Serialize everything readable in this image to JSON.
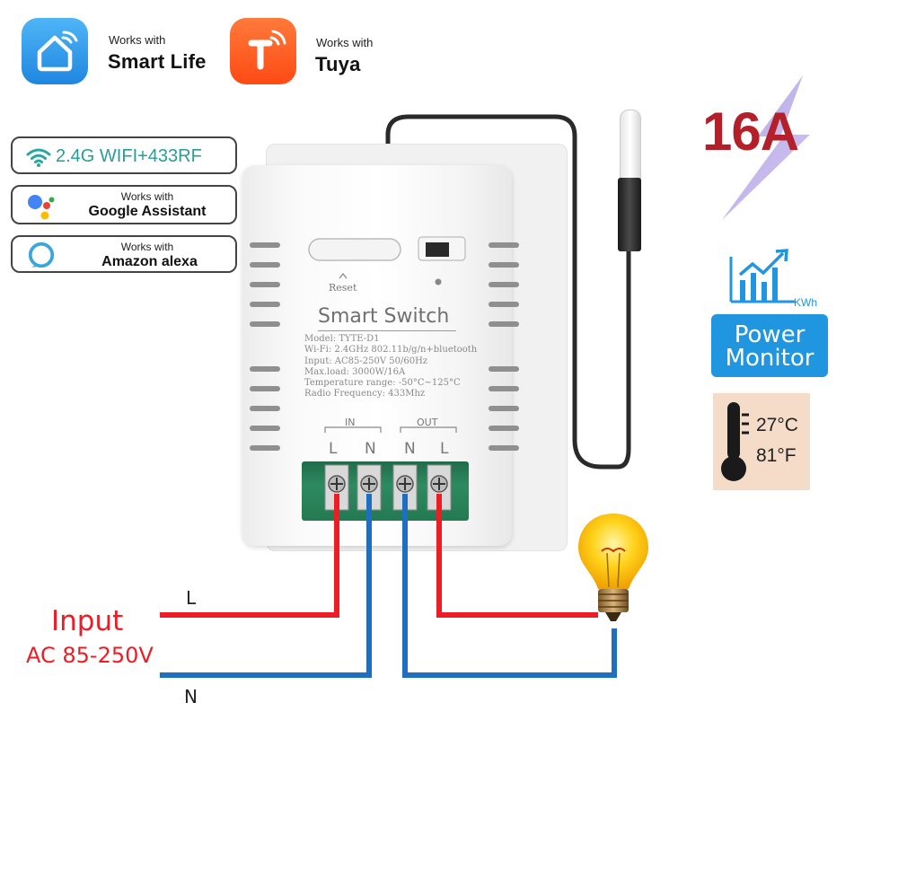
{
  "apps": [
    {
      "works_with": "Works with",
      "name": "Smart Life",
      "icon": "house-icon",
      "color": "#2e9bf0"
    },
    {
      "works_with": "Works with",
      "name": "Tuya",
      "icon": "tuya-logo-icon",
      "color": "#ff5a1f"
    }
  ],
  "features": [
    {
      "text": "2.4G WIFI+433RF",
      "icon": "wifi-icon",
      "color": "#2aa6a0"
    },
    {
      "works_with": "Works with",
      "name": "Google Assistant",
      "icon": "google-assistant-icon"
    },
    {
      "works_with": "Works with",
      "name": "Amazon alexa",
      "icon": "alexa-icon"
    }
  ],
  "rating": {
    "text": "16A",
    "color": "#b3202a"
  },
  "power": {
    "unit": "KWh",
    "line1": "Power",
    "line2": "Monitor",
    "color": "#2196e0"
  },
  "temperature": {
    "celsius": "27°C",
    "fahrenheit": "81°F"
  },
  "device": {
    "reset_label": "Reset",
    "title": "Smart Switch",
    "specs": [
      "Model: TYTE-D1",
      "Wi-Fi: 2.4GHz 802.11b/g/n+bluetooth",
      "Input: AC85-250V 50/60Hz",
      "Max.load: 3000W/16A",
      "Temperature range: -50°C~125°C",
      "Radio Frequency: 433Mhz"
    ],
    "in_label": "IN",
    "out_label": "OUT",
    "terminals": [
      "L",
      "N",
      "N",
      "L"
    ]
  },
  "wiring": {
    "l_label": "L",
    "n_label": "N",
    "input_title": "Input",
    "input_voltage": "AC 85-250V",
    "live_color": "#ee1c25",
    "neutral_color": "#1f6fc0"
  }
}
